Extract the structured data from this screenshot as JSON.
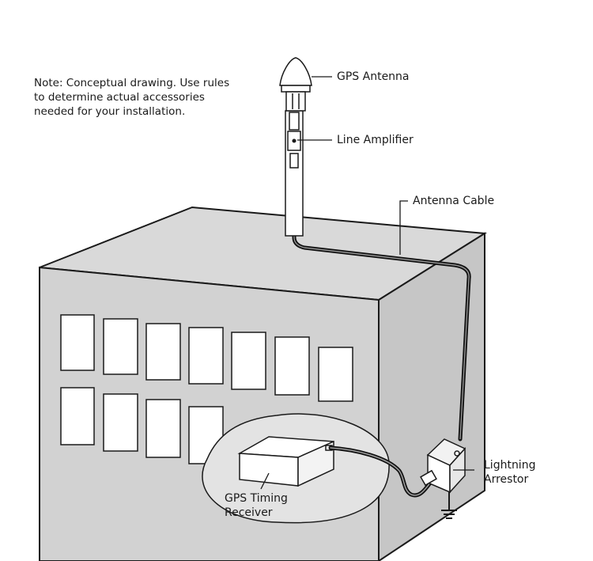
{
  "note": {
    "line1": "Note: Conceptual drawing. Use rules",
    "line2": "to determine actual accessories",
    "line3": "needed  for your installation."
  },
  "labels": {
    "gps_antenna": "GPS Antenna",
    "line_amplifier": "Line Amplifier",
    "antenna_cable": "Antenna Cable",
    "lightning_line1": "Lightning",
    "lightning_line2": "Arrestor",
    "receiver_line1": "GPS Timing",
    "receiver_line2": "Receiver"
  },
  "colors": {
    "building_fill": "#d4d4d4",
    "building_stroke": "#1a1a1a",
    "callout_fill": "#e4e4e4",
    "cable": "#111111",
    "window_fill": "#ffffff"
  }
}
